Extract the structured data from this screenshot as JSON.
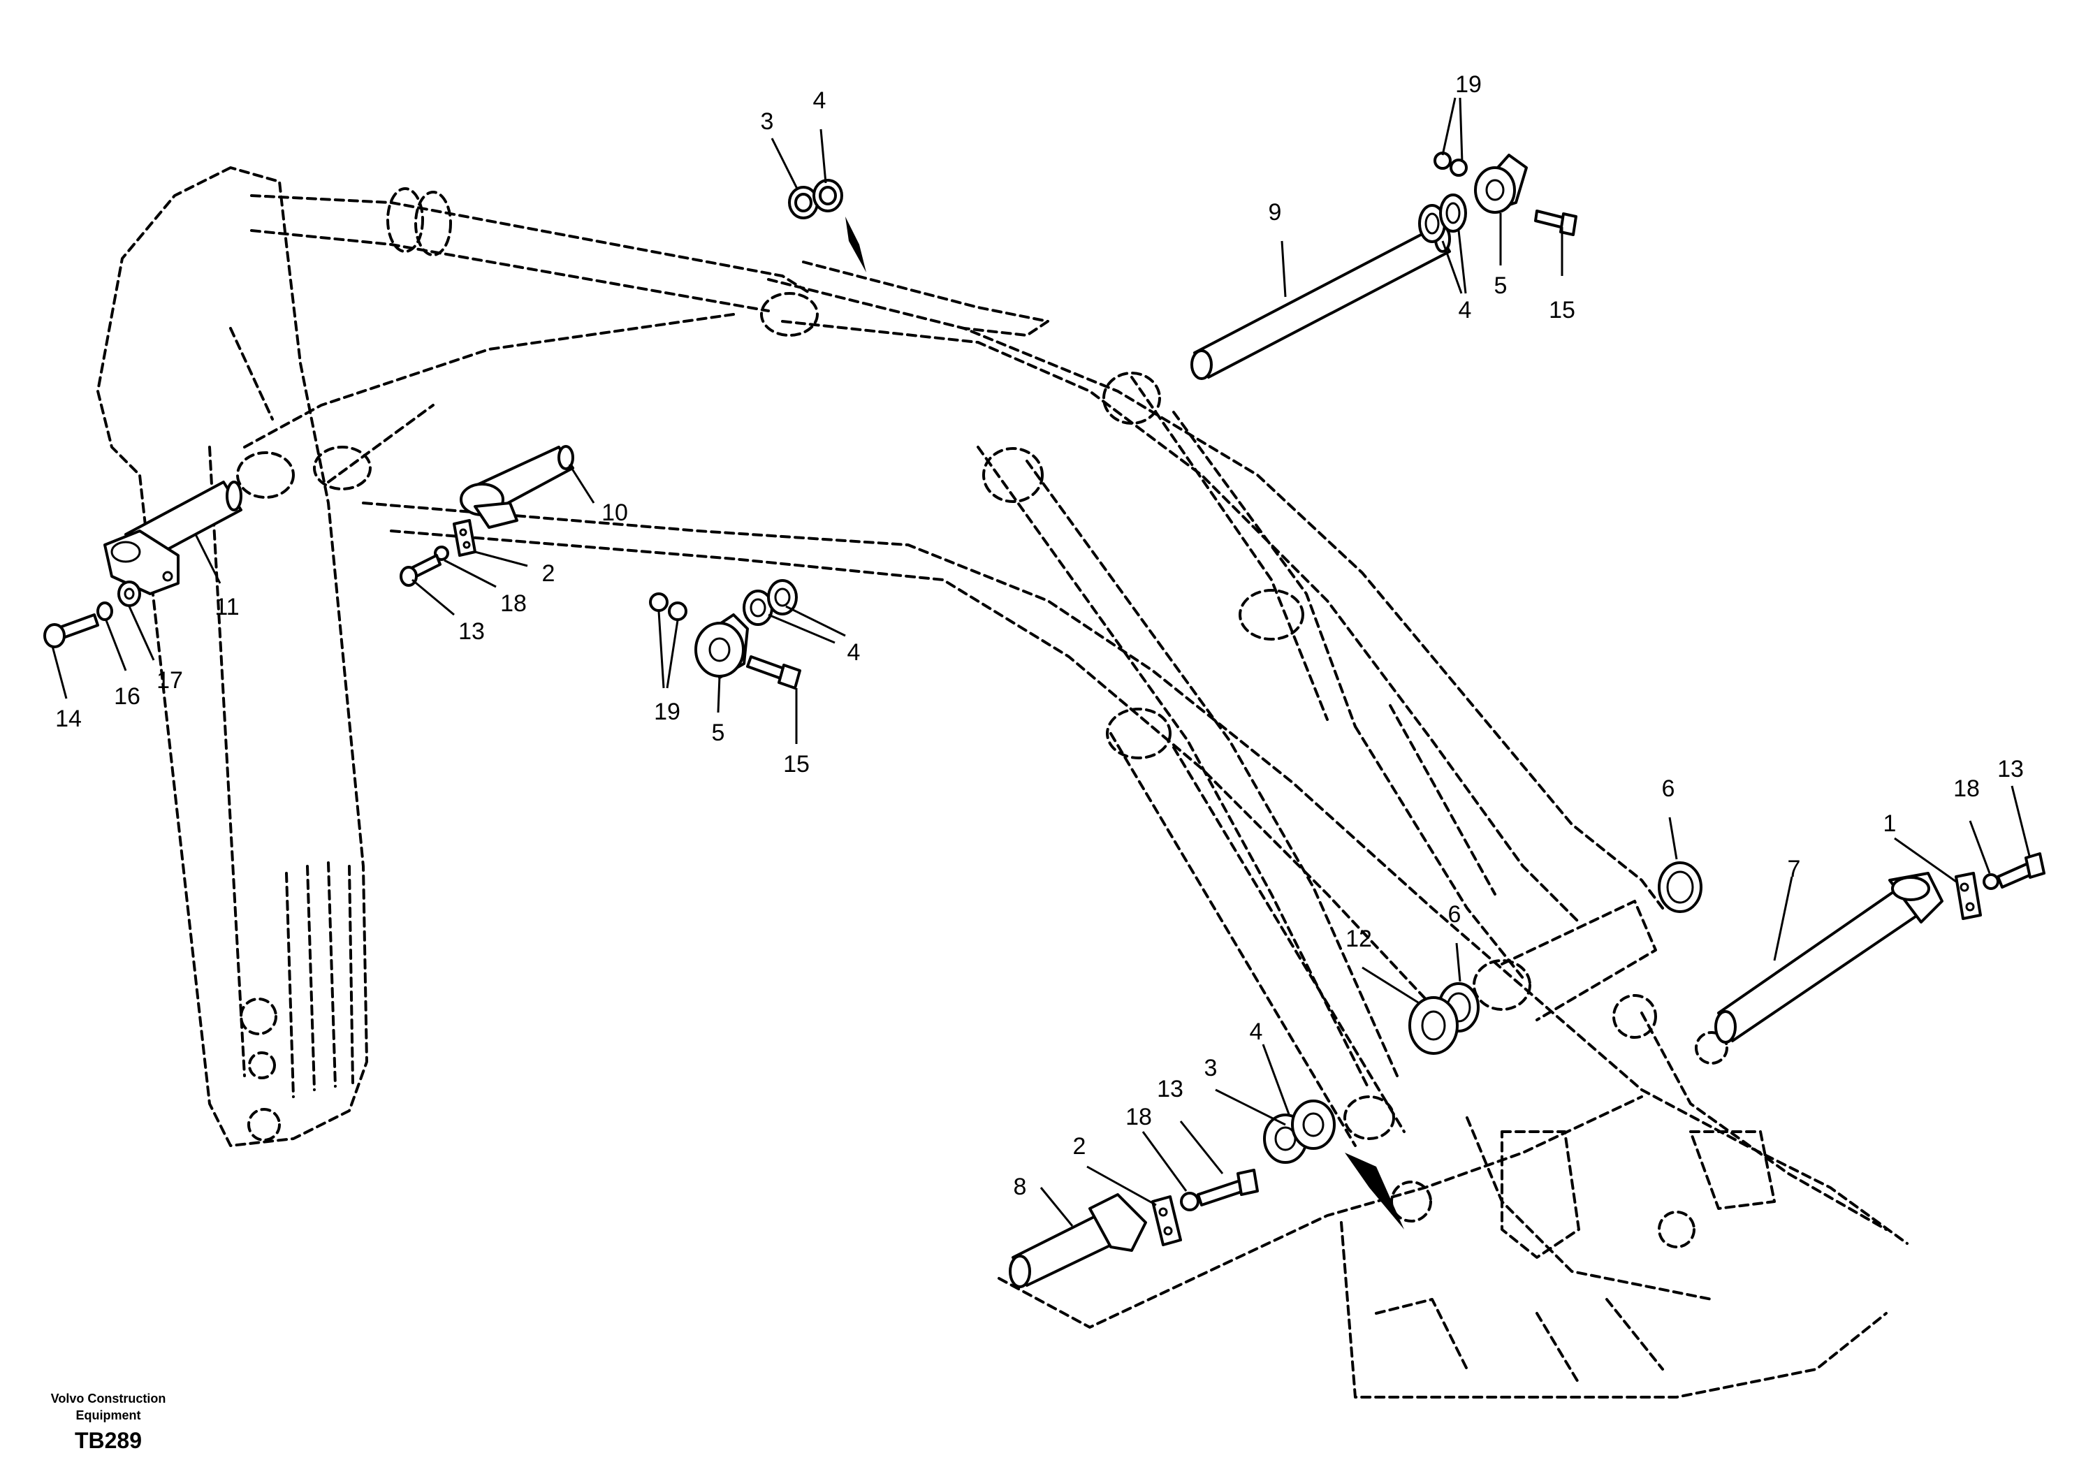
{
  "publisher": "Volvo Construction Equipment",
  "drawing_code": "TB289",
  "callouts": {
    "p1": "1",
    "p2a": "2",
    "p2b": "2",
    "p3a": "3",
    "p3b": "3",
    "p4a": "4",
    "p4b": "4",
    "p4c": "4",
    "p4d": "4",
    "p5a": "5",
    "p5b": "5",
    "p6a": "6",
    "p6b": "6",
    "p7": "7",
    "p8": "8",
    "p9": "9",
    "p10": "10",
    "p11": "11",
    "p12": "12",
    "p13a": "13",
    "p13b": "13",
    "p13c": "13",
    "p14": "14",
    "p15a": "15",
    "p15b": "15",
    "p16": "16",
    "p17": "17",
    "p18a": "18",
    "p18b": "18",
    "p18c": "18",
    "p19a": "19",
    "p19b": "19"
  }
}
